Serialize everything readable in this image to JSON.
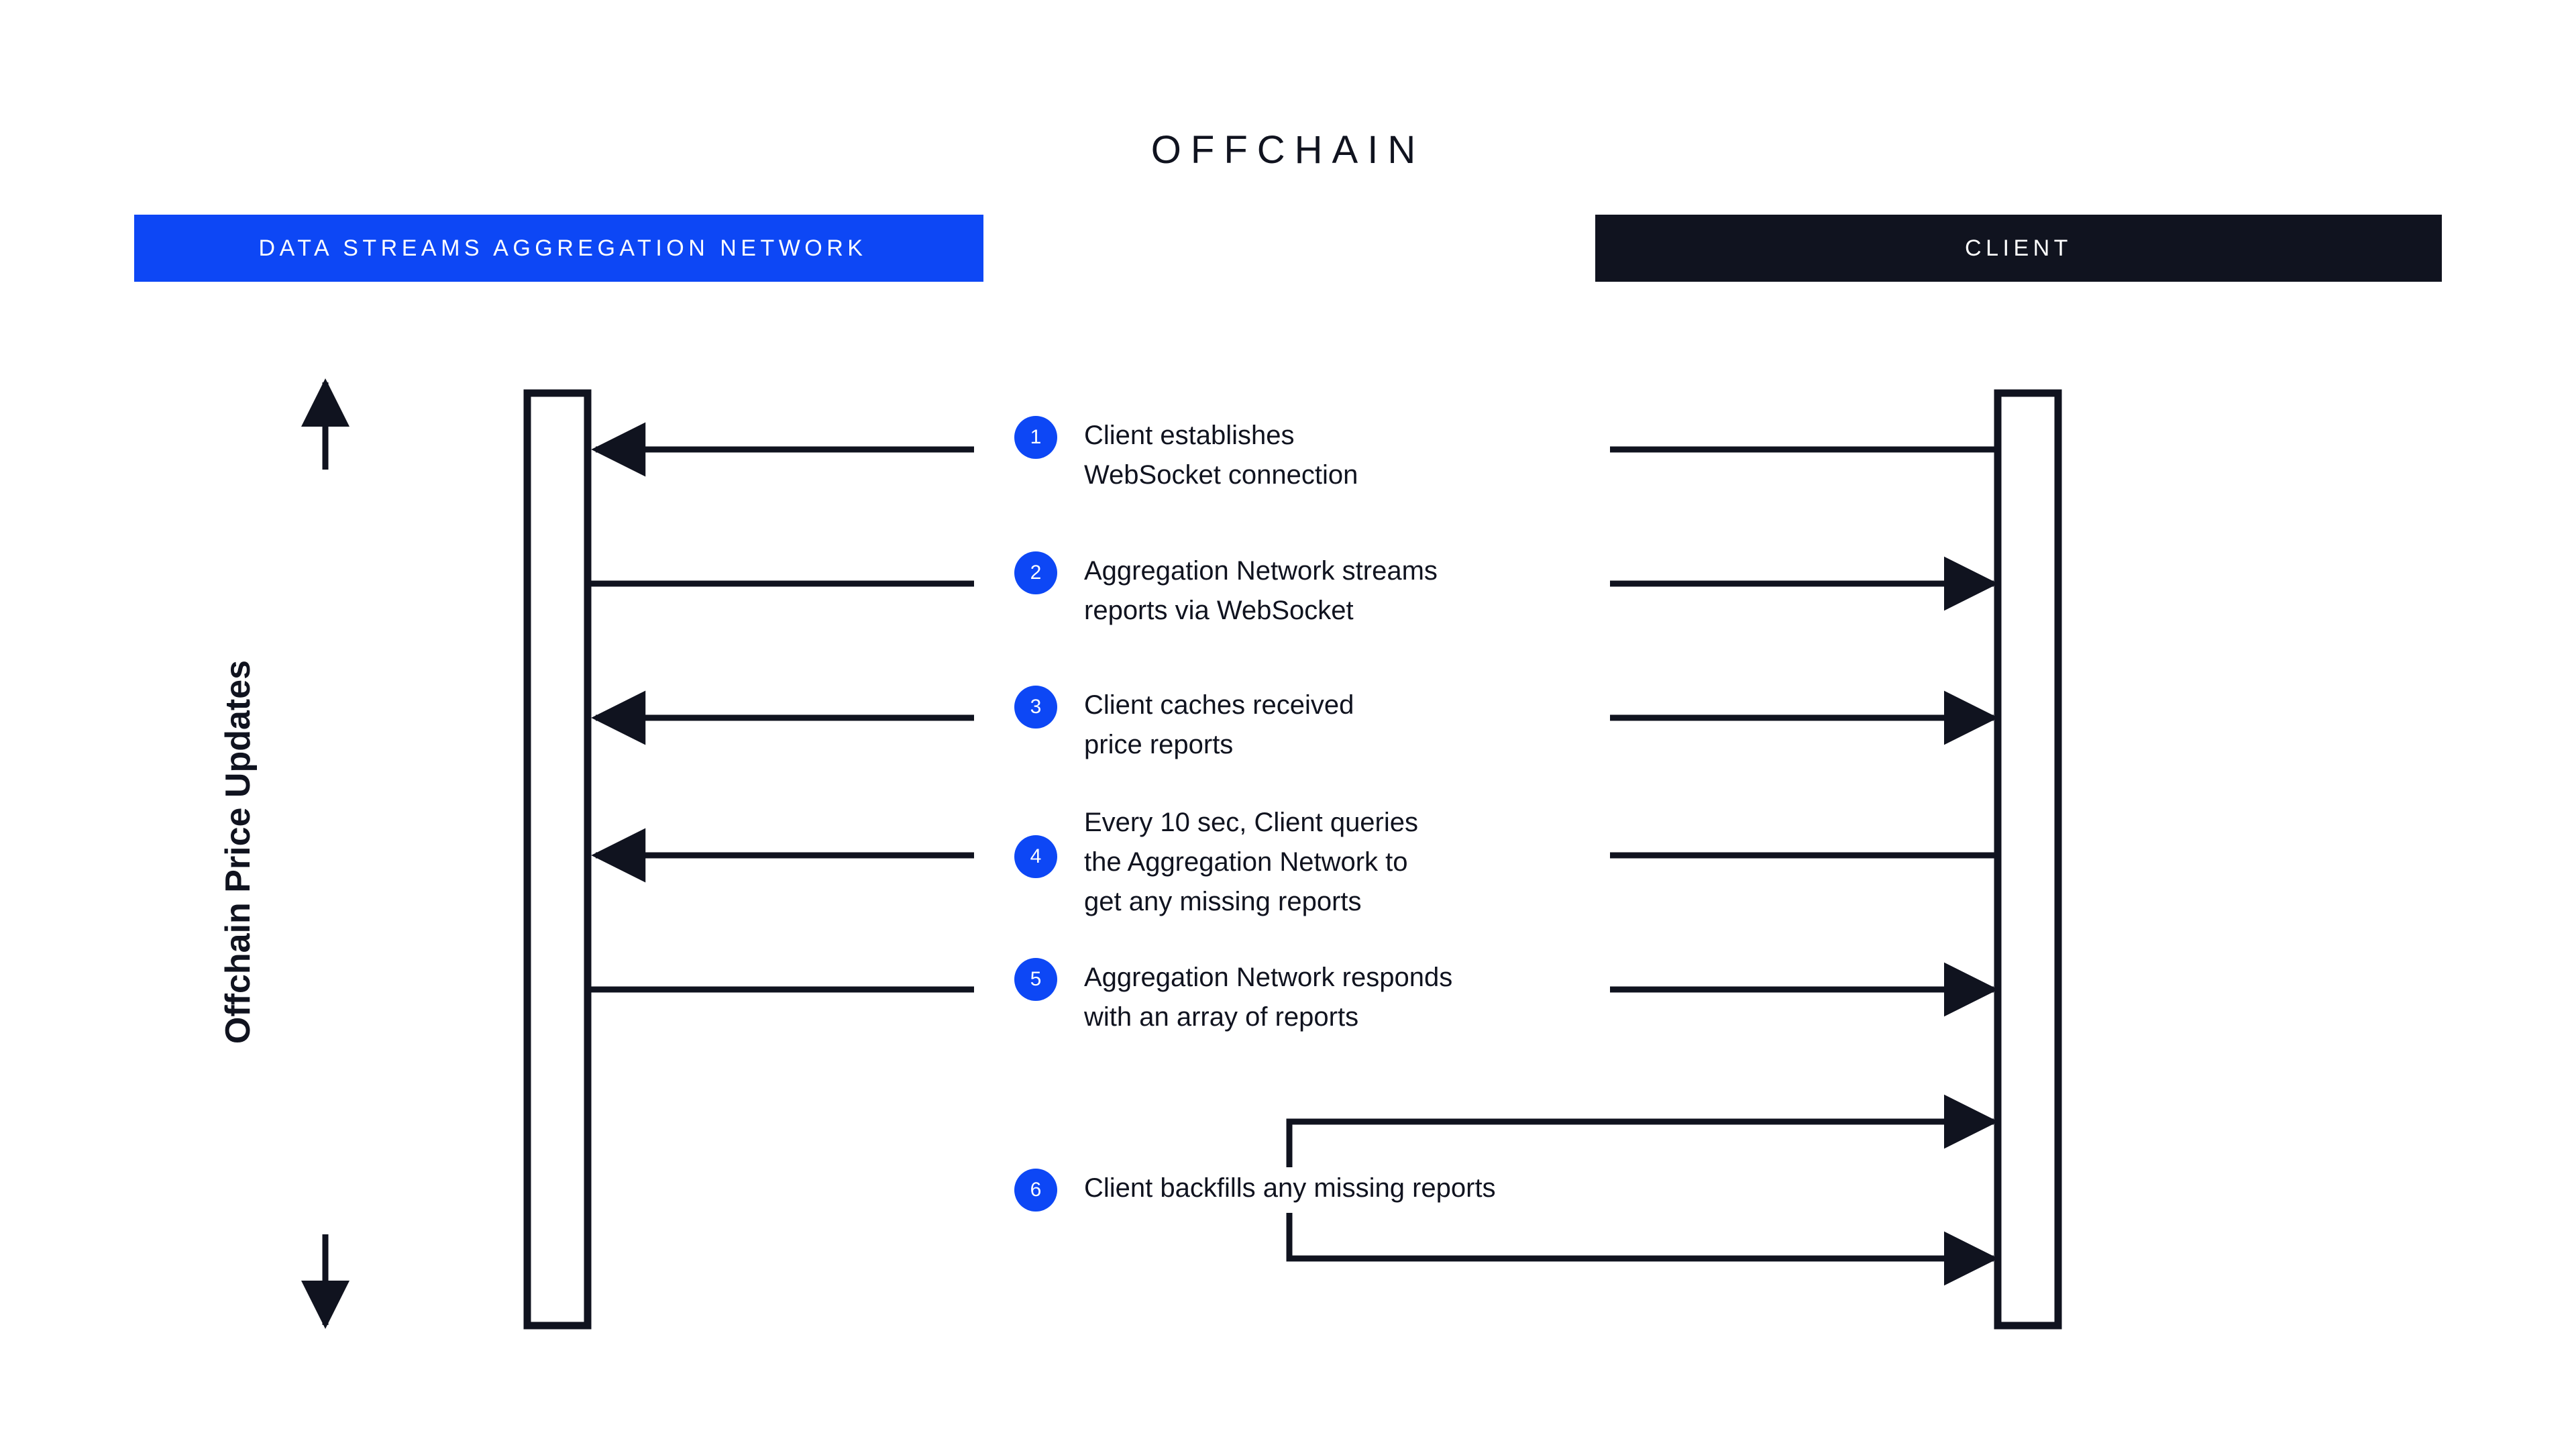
{
  "title": "OFFCHAIN",
  "colors": {
    "accent_blue": "#0d47f5",
    "dark_navy": "#10131f",
    "background": "#ffffff",
    "text": "#10131f"
  },
  "lanes": {
    "left": {
      "label": "DATA STREAMS AGGREGATION NETWORK",
      "bar_color": "#0d47f5"
    },
    "right": {
      "label": "CLIENT",
      "bar_color": "#10131f"
    }
  },
  "axis": {
    "label": "Offchain Price Updates",
    "direction": "bidirectional"
  },
  "steps": [
    {
      "number": "1",
      "text": "Client establishes\nWebSocket connection"
    },
    {
      "number": "2",
      "text": "Aggregation Network streams\nreports via WebSocket"
    },
    {
      "number": "3",
      "text": "Client caches received\nprice reports"
    },
    {
      "number": "4",
      "text": "Every 10 sec, Client queries\nthe Aggregation Network to\nget any missing reports"
    },
    {
      "number": "5",
      "text": "Aggregation Network responds\nwith an array of reports"
    },
    {
      "number": "6",
      "text": "Client backfills any missing reports"
    }
  ]
}
